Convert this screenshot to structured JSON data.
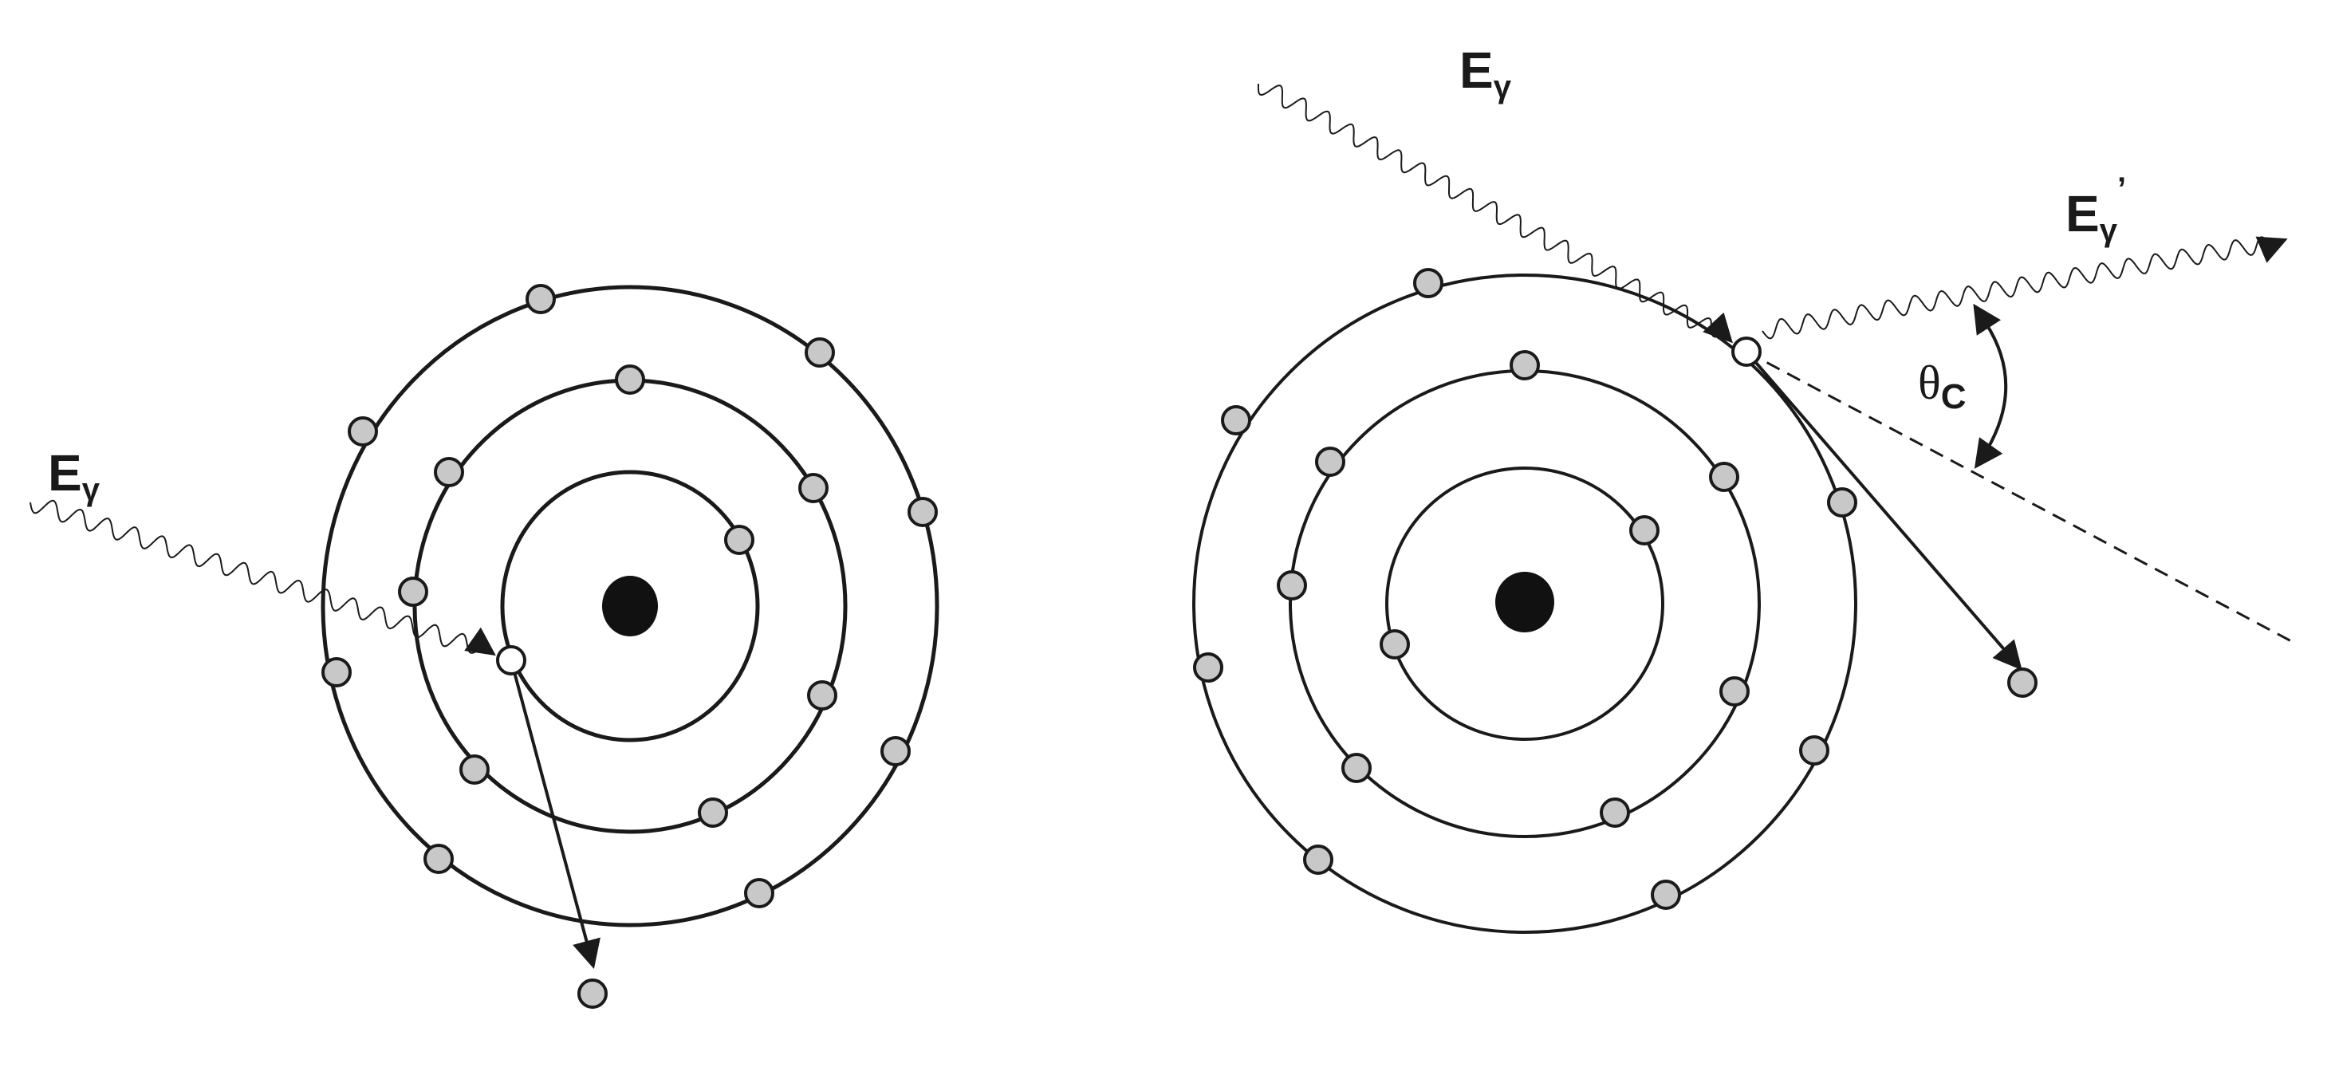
{
  "photoelectric": {
    "incident_label": "E",
    "incident_sub": "γ"
  },
  "compton": {
    "incident_label": "E",
    "incident_sub": "γ",
    "scattered_label": "E",
    "scattered_sub": "γ",
    "scattered_prime": "’",
    "angle_symbol": "θ",
    "angle_sub": "C"
  },
  "colors": {
    "line": "#1a1a1a",
    "nucleus": "#111111",
    "electron_fill": "#c8c8c8",
    "ejected_electron_fill": "#ffffff"
  }
}
